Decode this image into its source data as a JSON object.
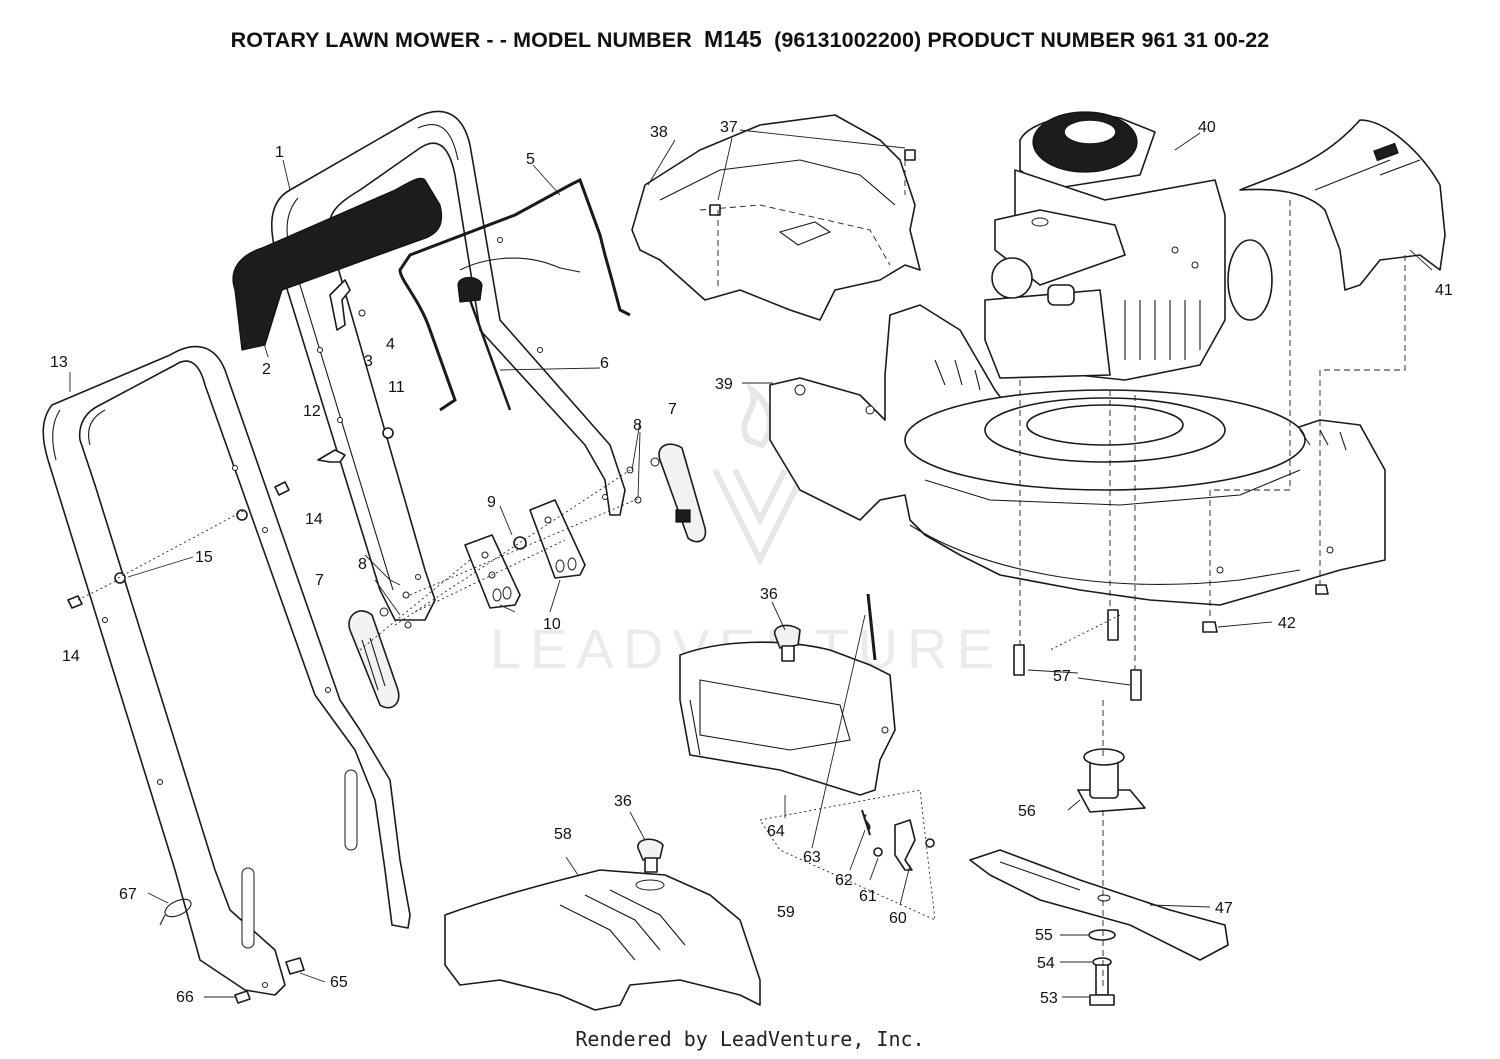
{
  "header": {
    "title_prefix": "ROTARY LAWN MOWER - - MODEL NUMBER",
    "model": "M145",
    "title_suffix": "(96131002200) PRODUCT NUMBER 961 31 00-22"
  },
  "watermark": {
    "text": "LEADVENTURE"
  },
  "footer": {
    "text": "Rendered by LeadVenture, Inc."
  },
  "callouts": {
    "c1": "1",
    "c2": "2",
    "c3": "3",
    "c4": "4",
    "c5": "5",
    "c6": "6",
    "c7a": "7",
    "c7b": "7",
    "c8a": "8",
    "c8b": "8",
    "c9": "9",
    "c10": "10",
    "c11": "11",
    "c12": "12",
    "c13": "13",
    "c14a": "14",
    "c14b": "14",
    "c15": "15",
    "c36a": "36",
    "c36b": "36",
    "c37": "37",
    "c38": "38",
    "c39": "39",
    "c40": "40",
    "c41": "41",
    "c42": "42",
    "c47": "47",
    "c53": "53",
    "c54": "54",
    "c55": "55",
    "c56": "56",
    "c57": "57",
    "c58": "58",
    "c59": "59",
    "c60": "60",
    "c61": "61",
    "c62": "62",
    "c63": "63",
    "c64": "64",
    "c65": "65",
    "c66": "66",
    "c67": "67"
  }
}
